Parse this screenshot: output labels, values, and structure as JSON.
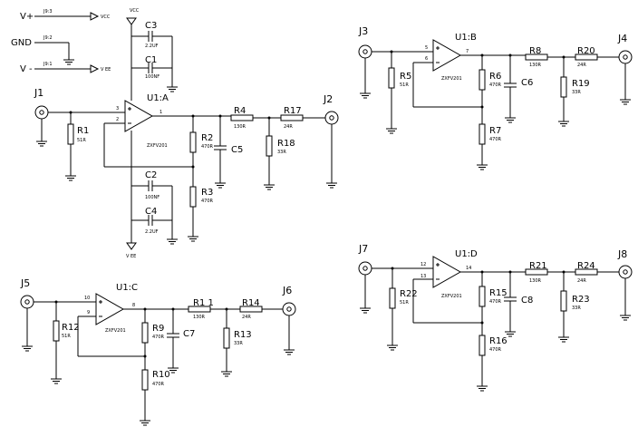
{
  "power": {
    "vplus": "V+",
    "gnd": "GND",
    "vminus": "V -",
    "j9_3": "J9:3",
    "j9_2": "J9:2",
    "j9_1": "J9:1",
    "vcc": "VCC",
    "vee": "V EE"
  },
  "rails": {
    "vcc": "VCC",
    "vee": "V EE"
  },
  "opamps": {
    "a": {
      "ref": "U1:A",
      "part": "ZXFV201",
      "in_plus": "3",
      "in_minus": "2",
      "out": "1"
    },
    "b": {
      "ref": "U1:B",
      "part": "ZXFV201",
      "in_plus": "5",
      "in_minus": "6",
      "out": "7"
    },
    "c": {
      "ref": "U1:C",
      "part": "ZXFV201",
      "in_plus": "10",
      "in_minus": "9",
      "out": "8"
    },
    "d": {
      "ref": "U1:D",
      "part": "ZXFV201",
      "in_plus": "12",
      "in_minus": "13",
      "out": "14"
    }
  },
  "caps": {
    "c1": {
      "ref": "C1",
      "val": "100NF"
    },
    "c2": {
      "ref": "C2",
      "val": "100NF"
    },
    "c3": {
      "ref": "C3",
      "val": "2.2UF"
    },
    "c4": {
      "ref": "C4",
      "val": "2.2UF"
    },
    "c5": {
      "ref": "C5"
    },
    "c6": {
      "ref": "C6"
    },
    "c7": {
      "ref": "C7"
    },
    "c8": {
      "ref": "C8"
    }
  },
  "resistors": {
    "r1": {
      "ref": "R1",
      "val": "51R"
    },
    "r2": {
      "ref": "R2",
      "val": "470R"
    },
    "r3": {
      "ref": "R3",
      "val": "470R"
    },
    "r4": {
      "ref": "R4",
      "val": "130R"
    },
    "r5": {
      "ref": "R5",
      "val": "51R"
    },
    "r6": {
      "ref": "R6",
      "val": "470R"
    },
    "r7": {
      "ref": "R7",
      "val": "470R"
    },
    "r8": {
      "ref": "R8",
      "val": "130R"
    },
    "r9": {
      "ref": "R9",
      "val": "470R"
    },
    "r10": {
      "ref": "R10",
      "val": "470R"
    },
    "r11": {
      "ref": "R1 1",
      "val": "130R"
    },
    "r12": {
      "ref": "R12",
      "val": "51R"
    },
    "r13": {
      "ref": "R13",
      "val": "33R"
    },
    "r14": {
      "ref": "R14",
      "val": "24R"
    },
    "r15": {
      "ref": "R15",
      "val": "470R"
    },
    "r16": {
      "ref": "R16",
      "val": "470R"
    },
    "r17": {
      "ref": "R17",
      "val": "24R"
    },
    "r18": {
      "ref": "R18",
      "val": "33R"
    },
    "r19": {
      "ref": "R19",
      "val": "33R"
    },
    "r20": {
      "ref": "R20",
      "val": "24R"
    },
    "r21": {
      "ref": "R21",
      "val": "130R"
    },
    "r22": {
      "ref": "R22",
      "val": "51R"
    },
    "r23": {
      "ref": "R23",
      "val": "33R"
    },
    "r24": {
      "ref": "R24",
      "val": "24R"
    }
  },
  "connectors": {
    "j1": "J1",
    "j2": "J2",
    "j3": "J3",
    "j4": "J4",
    "j5": "J5",
    "j6": "J6",
    "j7": "J7",
    "j8": "J8"
  }
}
